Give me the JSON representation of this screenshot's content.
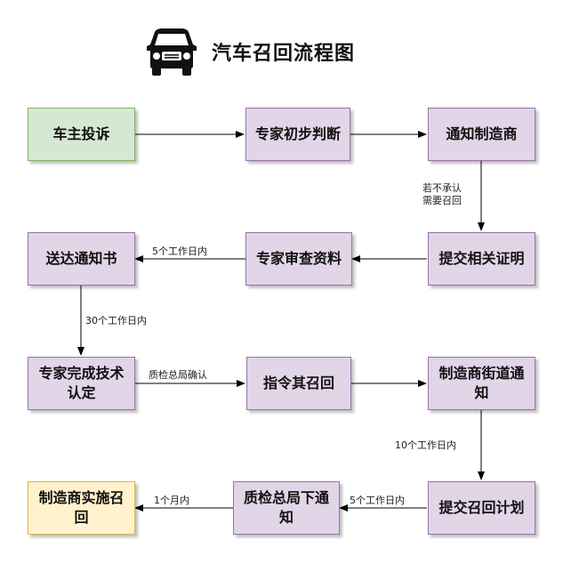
{
  "diagram": {
    "title": "汽车召回流程图",
    "nodes": [
      {
        "id": "n1",
        "label": "车主投诉",
        "style": "green"
      },
      {
        "id": "n2",
        "label": "专家初步判断",
        "style": "purple"
      },
      {
        "id": "n3",
        "label": "通知制造商",
        "style": "purple"
      },
      {
        "id": "n4",
        "label": "提交相关证明",
        "style": "purple"
      },
      {
        "id": "n5",
        "label": "专家审查资料",
        "style": "purple"
      },
      {
        "id": "n6",
        "label": "送达通知书",
        "style": "purple"
      },
      {
        "id": "n7",
        "label": "专家完成技术认定",
        "style": "purple"
      },
      {
        "id": "n8",
        "label": "指令其召回",
        "style": "purple"
      },
      {
        "id": "n9",
        "label": "制造商街道通知",
        "style": "purple"
      },
      {
        "id": "n10",
        "label": "提交召回计划",
        "style": "purple"
      },
      {
        "id": "n11",
        "label": "质检总局下通知",
        "style": "purple"
      },
      {
        "id": "n12",
        "label": "制造商实施召回",
        "style": "yellow"
      }
    ],
    "edges": [
      {
        "from": "n1",
        "to": "n2",
        "label": ""
      },
      {
        "from": "n2",
        "to": "n3",
        "label": ""
      },
      {
        "from": "n3",
        "to": "n4",
        "label": "若不承认\n需要召回"
      },
      {
        "from": "n4",
        "to": "n5",
        "label": ""
      },
      {
        "from": "n5",
        "to": "n6",
        "label": "5个工作日内"
      },
      {
        "from": "n6",
        "to": "n7",
        "label": "30个工作日内"
      },
      {
        "from": "n7",
        "to": "n8",
        "label": "质检总局确认"
      },
      {
        "from": "n8",
        "to": "n9",
        "label": ""
      },
      {
        "from": "n9",
        "to": "n10",
        "label": "10个工作日内"
      },
      {
        "from": "n10",
        "to": "n11",
        "label": "5个工作日内"
      },
      {
        "from": "n11",
        "to": "n12",
        "label": "1个月内"
      }
    ]
  },
  "colors": {
    "start_fill": "#d5e8d4",
    "start_stroke": "#82b366",
    "process_fill": "#e1d5e7",
    "process_stroke": "#9673a6",
    "end_fill": "#fff2cc",
    "end_stroke": "#d6b656",
    "edge": "#000000"
  },
  "icons": {
    "title_icon": "car-icon"
  }
}
